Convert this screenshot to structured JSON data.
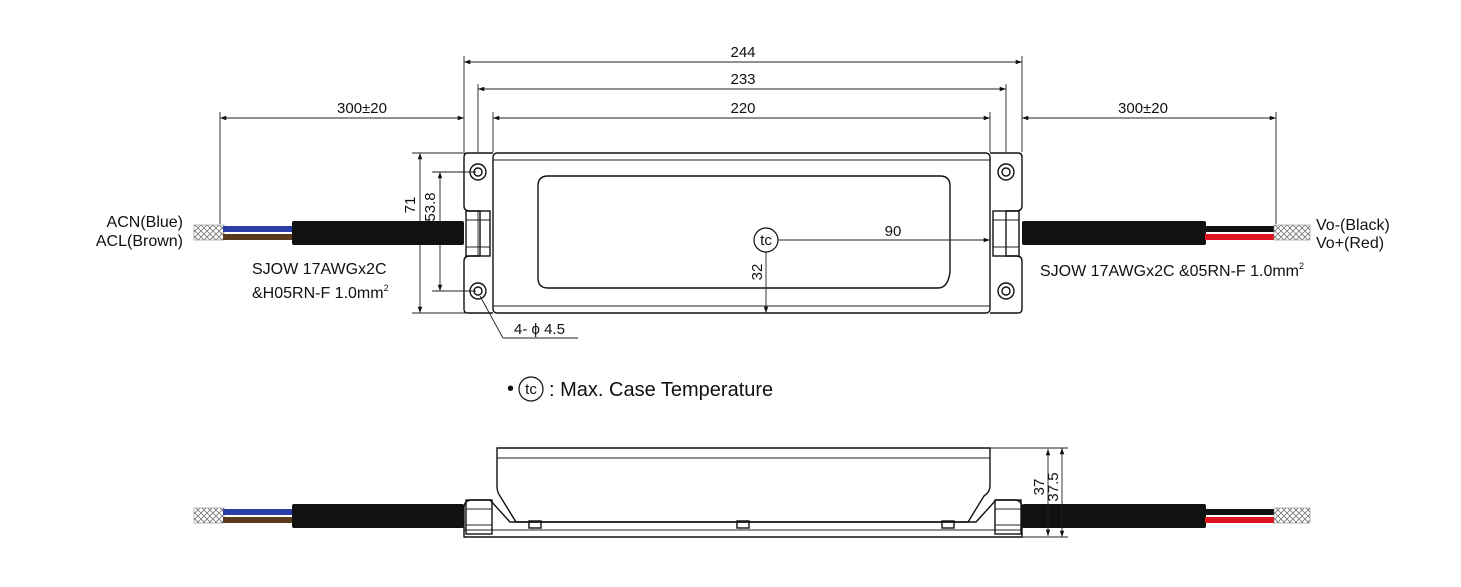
{
  "dimensions": {
    "overall_length": "244",
    "mount_hole_pitch": "233",
    "body_length": "220",
    "input_cable_length": "300±20",
    "output_cable_length": "300±20",
    "overall_width": "71",
    "mount_hole_spacing": "53.8",
    "tc_point_x": "90",
    "tc_point_y": "32",
    "height_body": "37",
    "height_overall": "37.5",
    "mount_holes": "4- ϕ 4.5"
  },
  "wires": {
    "input_neutral": "ACN(Blue)",
    "input_live": "ACL(Brown)",
    "output_negative": "Vo-(Black)",
    "output_positive": "Vo+(Red)"
  },
  "cables": {
    "input_spec_line1": "SJOW 17AWGx2C",
    "input_spec_line2": "&H05RN-F 1.0mm",
    "input_spec_sup": "2",
    "output_spec": "SJOW 17AWGx2C &05RN-F 1.0mm",
    "output_spec_sup": "2"
  },
  "tc_marker": {
    "symbol": "tc"
  },
  "legend": {
    "bullet": "•",
    "symbol": "tc",
    "text": ": Max. Case Temperature"
  },
  "colors": {
    "wire_blue": "#2b3ea8",
    "wire_brown": "#5a3a1a",
    "wire_black": "#111111",
    "wire_red": "#e0141e",
    "cable": "#111111"
  }
}
